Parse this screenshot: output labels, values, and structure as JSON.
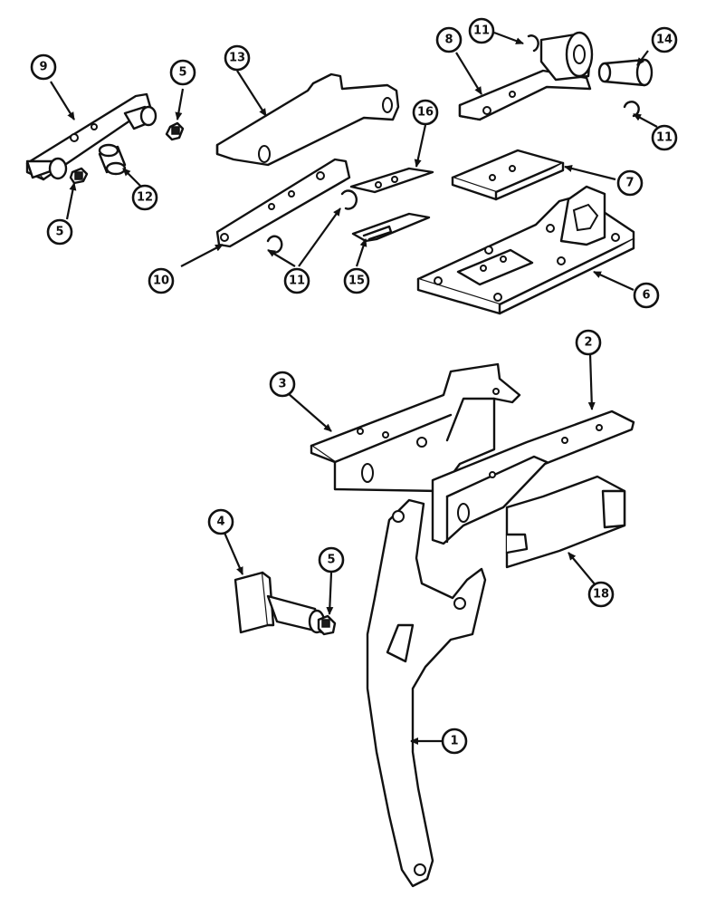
{
  "callouts": {
    "c1": "1",
    "c2": "2",
    "c3": "3",
    "c4": "4",
    "c5a": "5",
    "c5b": "5",
    "c5c": "5",
    "c6": "6",
    "c7": "7",
    "c8": "8",
    "c9": "9",
    "c10": "10",
    "c11a": "11",
    "c11b": "11",
    "c11c": "11",
    "c12": "12",
    "c13": "13",
    "c14": "14",
    "c15": "15",
    "c16": "16",
    "c18": "18"
  },
  "style": {
    "line_color": "#111111",
    "background": "#ffffff"
  }
}
